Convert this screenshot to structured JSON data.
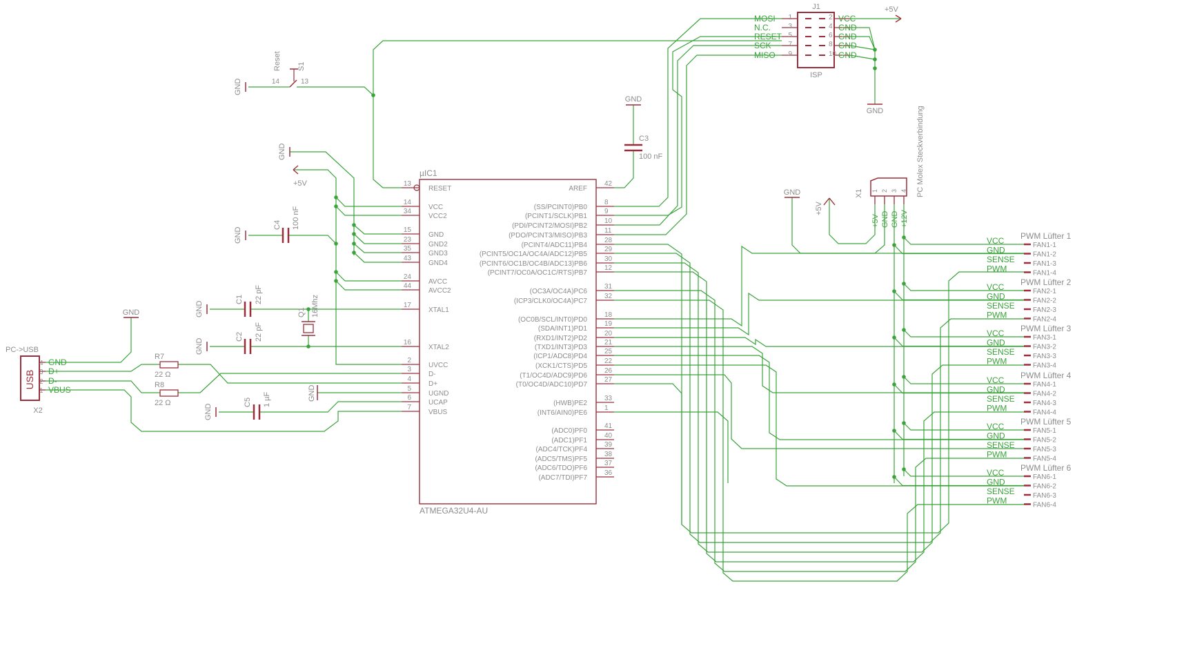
{
  "ic": {
    "name": "µIC1",
    "part": "ATMEGA32U4-AU",
    "left_pins": [
      {
        "num": "13",
        "label": "RESET"
      },
      {
        "num": "14",
        "label": "VCC"
      },
      {
        "num": "34",
        "label": "VCC2"
      },
      {
        "num": "15",
        "label": "GND"
      },
      {
        "num": "23",
        "label": "GND2"
      },
      {
        "num": "35",
        "label": "GND3"
      },
      {
        "num": "43",
        "label": "GND4"
      },
      {
        "num": "24",
        "label": "AVCC"
      },
      {
        "num": "44",
        "label": "AVCC2"
      },
      {
        "num": "17",
        "label": "XTAL1"
      },
      {
        "num": "16",
        "label": "XTAL2"
      },
      {
        "num": "2",
        "label": "UVCC"
      },
      {
        "num": "3",
        "label": "D-"
      },
      {
        "num": "4",
        "label": "D+"
      },
      {
        "num": "5",
        "label": "UGND"
      },
      {
        "num": "6",
        "label": "UCAP"
      },
      {
        "num": "7",
        "label": "VBUS"
      }
    ],
    "right_pins": [
      {
        "num": "42",
        "label": "AREF"
      },
      {
        "num": "8",
        "label": "(SS/PCINT0)PB0"
      },
      {
        "num": "9",
        "label": "(PCINT1/SCLK)PB1"
      },
      {
        "num": "10",
        "label": "(PDI/PCINT2/MOSI)PB2"
      },
      {
        "num": "11",
        "label": "(PDO/PCINT3/MISO)PB3"
      },
      {
        "num": "28",
        "label": "(PCINT4/ADC11)PB4"
      },
      {
        "num": "29",
        "label": "(PCINT5/OC1A/OC4A/ADC12)PB5"
      },
      {
        "num": "30",
        "label": "(PCINT6/OC1B/OC4B/ADC13)PB6"
      },
      {
        "num": "12",
        "label": "(PCINT7/OC0A/OC1C/RTS)PB7"
      },
      {
        "num": "31",
        "label": "(OC3A/OC4A)PC6"
      },
      {
        "num": "32",
        "label": "(ICP3/CLK0/OC4A)PC7"
      },
      {
        "num": "18",
        "label": "(OC0B/SCL/INT0)PD0"
      },
      {
        "num": "19",
        "label": "(SDA/INT1)PD1"
      },
      {
        "num": "20",
        "label": "(RXD1/INT2)PD2"
      },
      {
        "num": "21",
        "label": "(TXD1/INT3)PD3"
      },
      {
        "num": "25",
        "label": "(ICP1/ADC8)PD4"
      },
      {
        "num": "22",
        "label": "(XCK1/CTS)PD5"
      },
      {
        "num": "26",
        "label": "(T1/OC4D/ADC9)PD6"
      },
      {
        "num": "27",
        "label": "(T0/OC4D/ADC10)PD7"
      },
      {
        "num": "33",
        "label": "(HWB)PE2"
      },
      {
        "num": "1",
        "label": "(INT6/AIN0)PE6"
      },
      {
        "num": "41",
        "label": "(ADC0)PF0"
      },
      {
        "num": "40",
        "label": "(ADC1)PF1"
      },
      {
        "num": "39",
        "label": "(ADC4/TCK)PF4"
      },
      {
        "num": "38",
        "label": "(ADC5/TMS)PF5"
      },
      {
        "num": "37",
        "label": "(ADC6/TDO)PF6"
      },
      {
        "num": "36",
        "label": "(ADC7/TDI)PF7"
      }
    ]
  },
  "isp": {
    "name": "J1",
    "label": "ISP",
    "left_signals": [
      "MOSI",
      "N.C.",
      "RESET",
      "SCK",
      "MISO"
    ],
    "left_nums": [
      "1",
      "3",
      "5",
      "7",
      "9"
    ],
    "right_nums": [
      "2",
      "4",
      "6",
      "8",
      "10"
    ],
    "right_signals": [
      "VCC",
      "GND",
      "GND",
      "GND",
      "GND"
    ]
  },
  "supplies": {
    "plus5": "+5V",
    "gnd": "GND"
  },
  "reset_switch": {
    "name": "S1",
    "value": "Reset",
    "pin_a": "14",
    "pin_b": "13"
  },
  "caps": {
    "c3": {
      "name": "C3",
      "value": "100 nF"
    },
    "c4": {
      "name": "C4",
      "value": "100 nF"
    },
    "c1": {
      "name": "C1",
      "value": "22 pF"
    },
    "c2": {
      "name": "C2",
      "value": "22 pF"
    },
    "c5": {
      "name": "C5",
      "value": "1 µF"
    }
  },
  "crystal": {
    "name": "Q1",
    "value": "16Mhz"
  },
  "resistors": {
    "r7": {
      "name": "R7",
      "value": "22 Ω"
    },
    "r8": {
      "name": "R8",
      "value": "22 Ω"
    }
  },
  "usb": {
    "title": "PC->USB",
    "body": "USB",
    "name": "X2",
    "pins": [
      {
        "num": "4",
        "signal": "GND"
      },
      {
        "num": "3",
        "signal": "D+"
      },
      {
        "num": "2",
        "signal": "D-"
      },
      {
        "num": "1",
        "signal": "VBUS"
      }
    ]
  },
  "molex": {
    "name": "X1",
    "title": "PC Molex Steckverbindung",
    "pins": [
      "1",
      "2",
      "3",
      "4"
    ],
    "signals": [
      "+5V",
      "GND",
      "GND",
      "+12V"
    ]
  },
  "fans": [
    {
      "title": "PWM Lüfter 1",
      "signals": [
        "VCC",
        "GND",
        "SENSE",
        "PWM"
      ],
      "pins": [
        "FAN1-1",
        "FAN1-2",
        "FAN1-3",
        "FAN1-4"
      ]
    },
    {
      "title": "PWM Lüfter 2",
      "signals": [
        "VCC",
        "GND",
        "SENSE",
        "PWM"
      ],
      "pins": [
        "FAN2-1",
        "FAN2-2",
        "FAN2-3",
        "FAN2-4"
      ]
    },
    {
      "title": "PWM Lüfter 3",
      "signals": [
        "VCC",
        "GND",
        "SENSE",
        "PWM"
      ],
      "pins": [
        "FAN3-1",
        "FAN3-2",
        "FAN3-3",
        "FAN3-4"
      ]
    },
    {
      "title": "PWM Lüfter 4",
      "signals": [
        "VCC",
        "GND",
        "SENSE",
        "PWM"
      ],
      "pins": [
        "FAN4-1",
        "FAN4-2",
        "FAN4-3",
        "FAN4-4"
      ]
    },
    {
      "title": "PWM Lüfter 5",
      "signals": [
        "VCC",
        "GND",
        "SENSE",
        "PWM"
      ],
      "pins": [
        "FAN5-1",
        "FAN5-2",
        "FAN5-3",
        "FAN5-4"
      ]
    },
    {
      "title": "PWM Lüfter 6",
      "signals": [
        "VCC",
        "GND",
        "SENSE",
        "PWM"
      ],
      "pins": [
        "FAN6-1",
        "FAN6-2",
        "FAN6-3",
        "FAN6-4"
      ]
    }
  ],
  "colors": {
    "net": "#3aa33a",
    "part": "#9b2d3a",
    "text": "#8c8c8c",
    "background": "#ffffff"
  }
}
